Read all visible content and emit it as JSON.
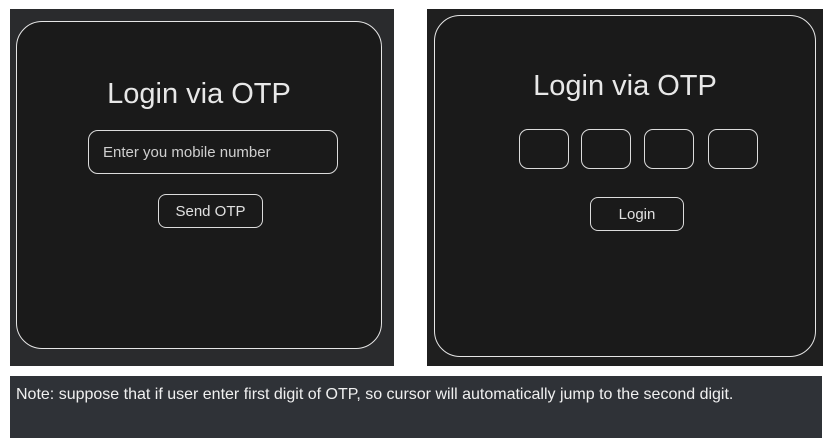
{
  "left_screen": {
    "title": "Login via OTP",
    "mobile_input": {
      "value": "",
      "placeholder": "Enter you mobile number"
    },
    "send_button_label": "Send OTP"
  },
  "right_screen": {
    "title": "Login via OTP",
    "otp_digits": [
      "",
      "",
      "",
      ""
    ],
    "login_button_label": "Login"
  },
  "note": "Note: suppose that if user enter first digit of OTP, so cursor will automatically jump to the second digit."
}
